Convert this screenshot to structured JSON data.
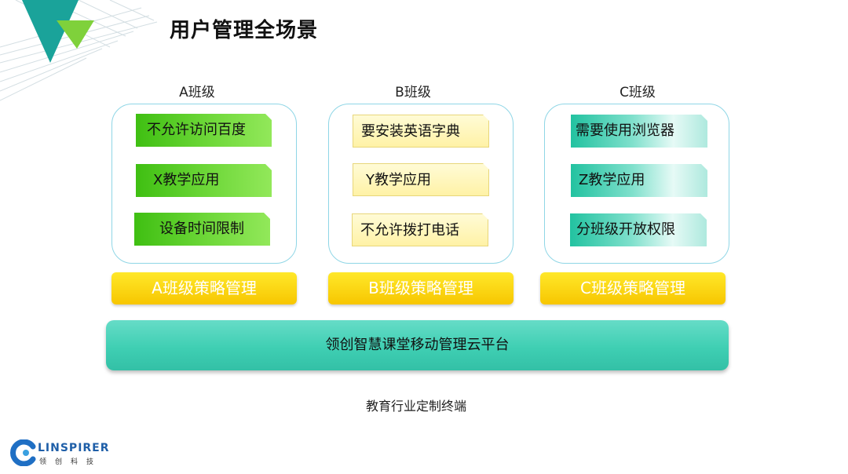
{
  "title": "用户管理全场景",
  "classes": [
    {
      "label": "A班级",
      "style": "green",
      "items": [
        "不允许访问百度",
        "X教学应用",
        "设备时间限制"
      ],
      "policy": "A班级策略管理"
    },
    {
      "label": "B班级",
      "style": "yellow",
      "items": [
        "要安装英语字典",
        "Y教学应用",
        "不允许拨打电话"
      ],
      "policy": "B班级策略管理"
    },
    {
      "label": "C班级",
      "style": "teal",
      "items": [
        "需要使用浏览器",
        "Z教学应用",
        "分班级开放权限"
      ],
      "policy": "C班级策略管理"
    }
  ],
  "platform": "领创智慧课堂移动管理云平台",
  "terminal": "教育行业定制终端",
  "logo": {
    "name": "LINSPIRER",
    "subtitle": "领创科技"
  },
  "colors": {
    "green": "#4fc81e",
    "yellow": "#fff2a6",
    "teal": "#3fcfb3",
    "policy_yellow": "#fbd80f",
    "panel_border": "#8fd6e6",
    "logo_blue": "#1f5fa8"
  }
}
